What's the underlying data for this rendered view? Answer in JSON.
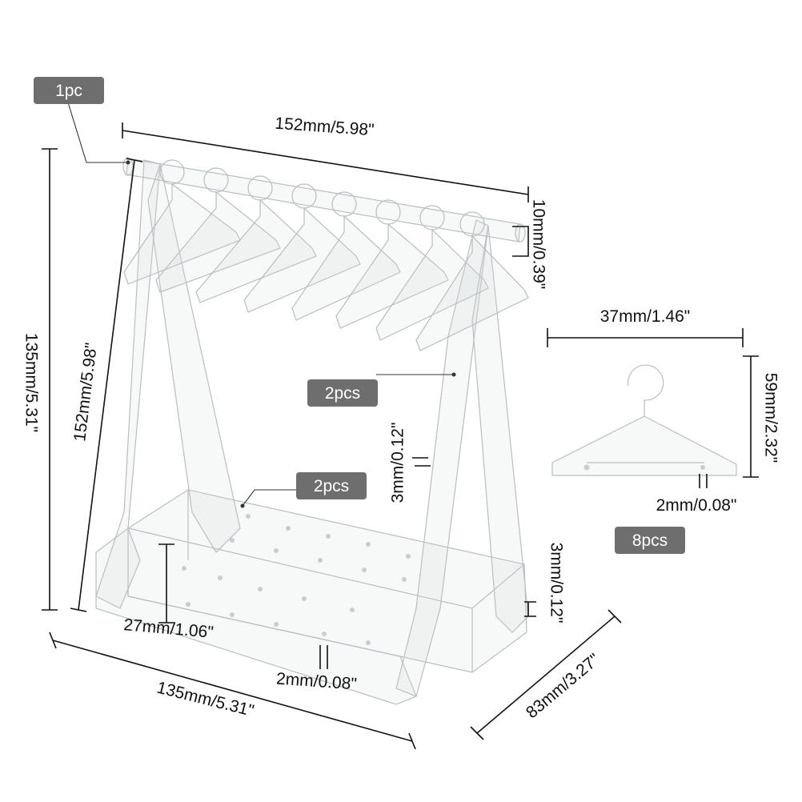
{
  "badges": {
    "rod": "1pc",
    "side_panels": "2pcs",
    "base": "2pcs",
    "hangers": "8pcs"
  },
  "dimensions": {
    "rod_length": "152mm/5.98\"",
    "rod_diameter": "10mm/0.39\"",
    "overall_height": "135mm/5.31\"",
    "side_length": "152mm/5.98\"",
    "panel_thickness": "3mm/0.12\"",
    "base_thickness": "3mm/0.12\"",
    "base_height": "27mm/1.06\"",
    "hole_diameter": "2mm/0.08\"",
    "base_length": "135mm/5.31\"",
    "base_width": "83mm/3.27\"",
    "hanger_width": "37mm/1.46\"",
    "hanger_height": "59mm/2.32\"",
    "hanger_slot": "2mm/0.08\""
  }
}
